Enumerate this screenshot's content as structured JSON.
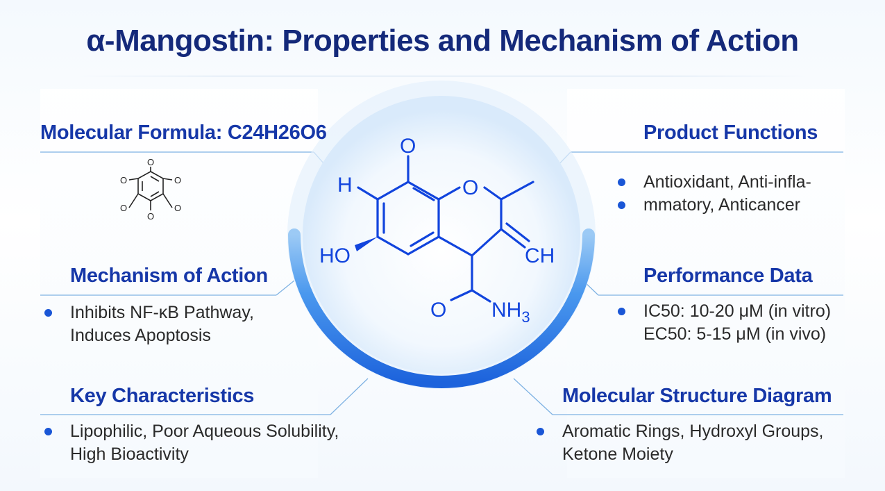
{
  "title": "α-Mangostin: Properties and Mechanism of Action",
  "left": {
    "formula": {
      "heading": "Molecular Formula: C24H26O6"
    },
    "mechanism": {
      "heading": "Mechanism of Action",
      "lines": [
        "Inhibits NF-κB Pathway,",
        "Induces Apoptosis"
      ]
    },
    "characteristics": {
      "heading": "Key Characteristics",
      "lines": [
        "Lipophilic, Poor Aqueous Solubility,",
        "High Bioactivity"
      ]
    }
  },
  "right": {
    "functions": {
      "heading": "Product Functions",
      "lines": [
        "Antioxidant, Anti-infla-",
        "mmatory, Anticancer"
      ]
    },
    "performance": {
      "heading": "Performance Data",
      "lines": [
        "IC50: 10-20 μM (in vitro)",
        "EC50: 5-15 μM (in vivo)"
      ]
    },
    "structure": {
      "heading": "Molecular Structure Diagram",
      "lines": [
        "Aromatic Rings, Hydroxyl Groups,",
        "Ketone Moiety"
      ]
    }
  },
  "molecule": {
    "atoms": {
      "o_top": "O",
      "h": "H",
      "o_ring": "O",
      "ho": "HO",
      "ch": "CH",
      "o_low": "O",
      "nh": "NH",
      "sub3": "3"
    }
  },
  "small_molecule": {
    "label": "O"
  },
  "colors": {
    "accent": "#1a56d6",
    "title": "#14297a",
    "heading": "#1637a8",
    "bond": "#1144dd"
  }
}
